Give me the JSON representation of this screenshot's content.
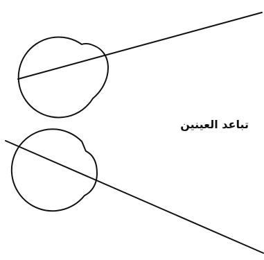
{
  "caption": "تباعد العينين",
  "colors": {
    "stroke": "#111111",
    "background": "#ffffff"
  },
  "elements": {
    "top_eye": "eye-outline-icon",
    "bottom_eye": "eye-outline-icon",
    "top_visual_axis": "line",
    "bottom_visual_axis": "line"
  }
}
